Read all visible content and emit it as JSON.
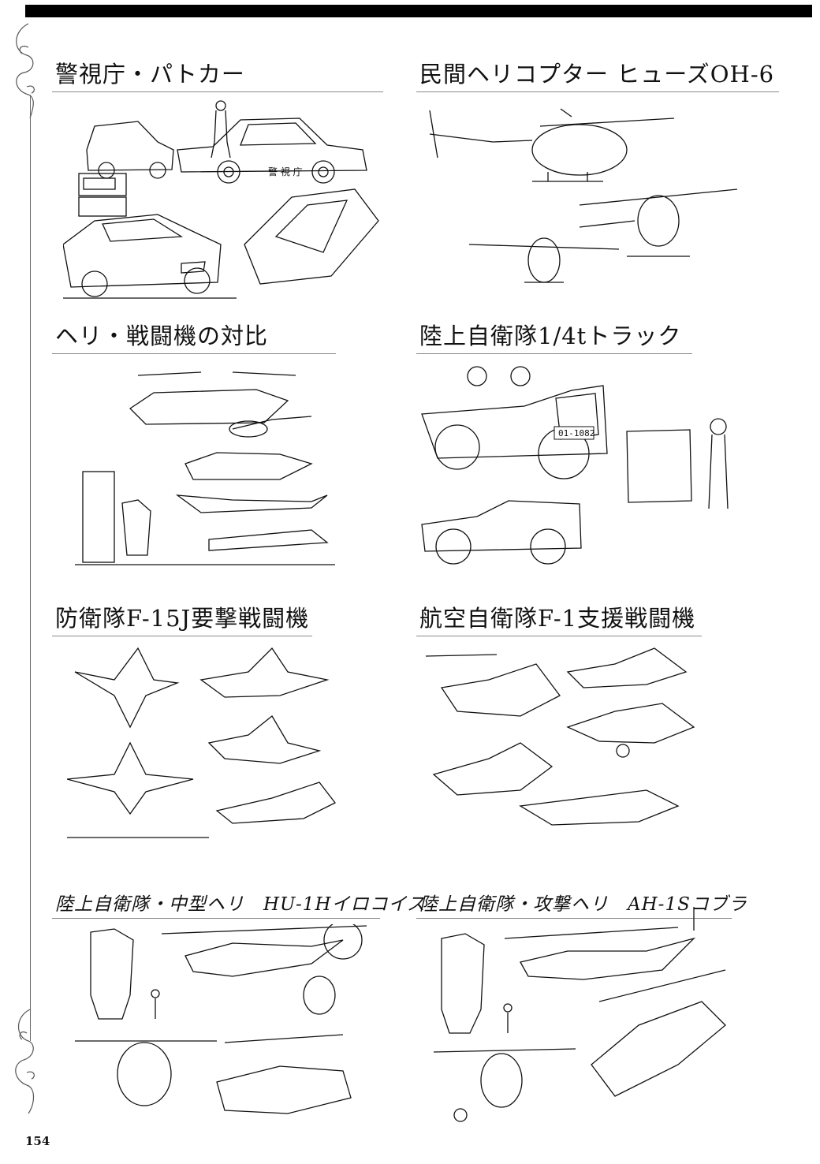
{
  "page": {
    "number": "154"
  },
  "sections": [
    {
      "title": "警視庁・パトカー"
    },
    {
      "title": "民間ヘリコプター ヒューズOH-6"
    },
    {
      "title": "ヘリ・戦闘機の対比"
    },
    {
      "title": "陸上自衛隊1/4tトラック"
    },
    {
      "title": "防衛隊F-15J要撃戦闘機"
    },
    {
      "title": "航空自衛隊F-1支援戦闘機"
    },
    {
      "title": "陸上自衛隊・中型ヘリ　HU-1Hイロコイス"
    },
    {
      "title": "陸上自衛隊・攻撃ヘリ　AH-1Sコブラ"
    }
  ],
  "annotations": {
    "patrol_car_door": "警 視 庁",
    "jeep_plate": "01-1082"
  },
  "colors": {
    "ink": "#111111",
    "rule": "#8a8a8a",
    "bar": "#000000"
  }
}
